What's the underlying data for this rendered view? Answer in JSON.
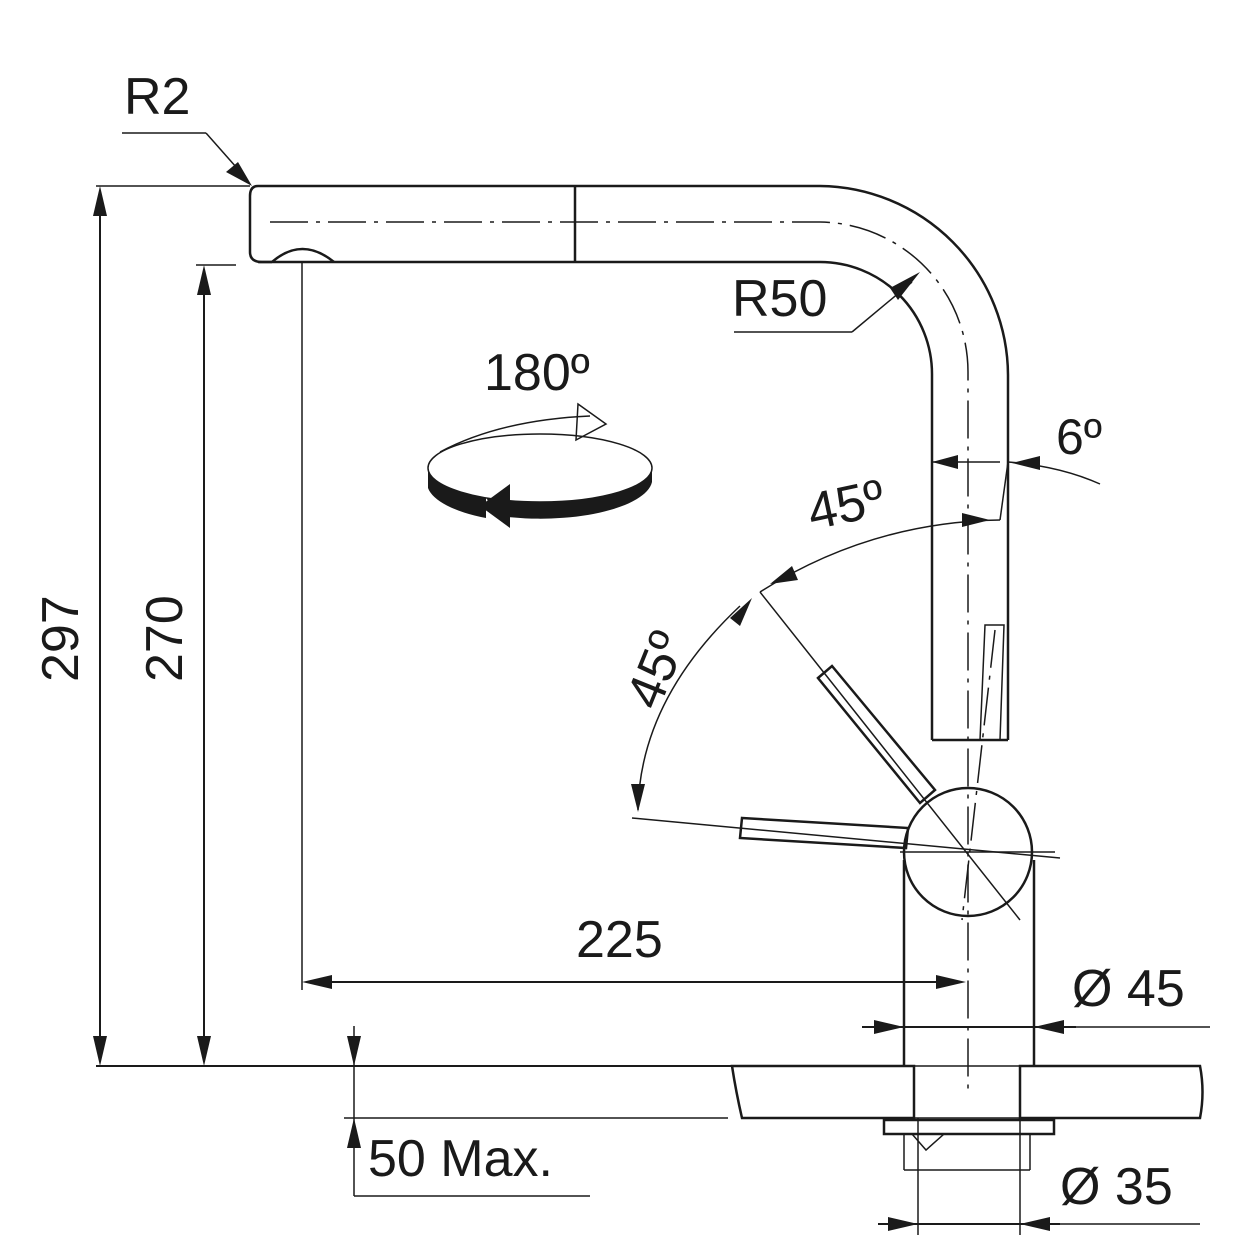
{
  "labels": {
    "r2": "R2",
    "r50": "R50",
    "rotation": "180º",
    "tilt": "6º",
    "lever_angle_upper": "45º",
    "lever_angle_lower": "45º",
    "height_total": "297",
    "height_spout": "270",
    "reach": "225",
    "body_diameter": "Ø 45",
    "hole_diameter": "Ø 35",
    "max_thickness": "50 Max."
  },
  "colors": {
    "line": "#1a1a1a",
    "countertop_fill": "#efefef",
    "background": "#ffffff"
  }
}
